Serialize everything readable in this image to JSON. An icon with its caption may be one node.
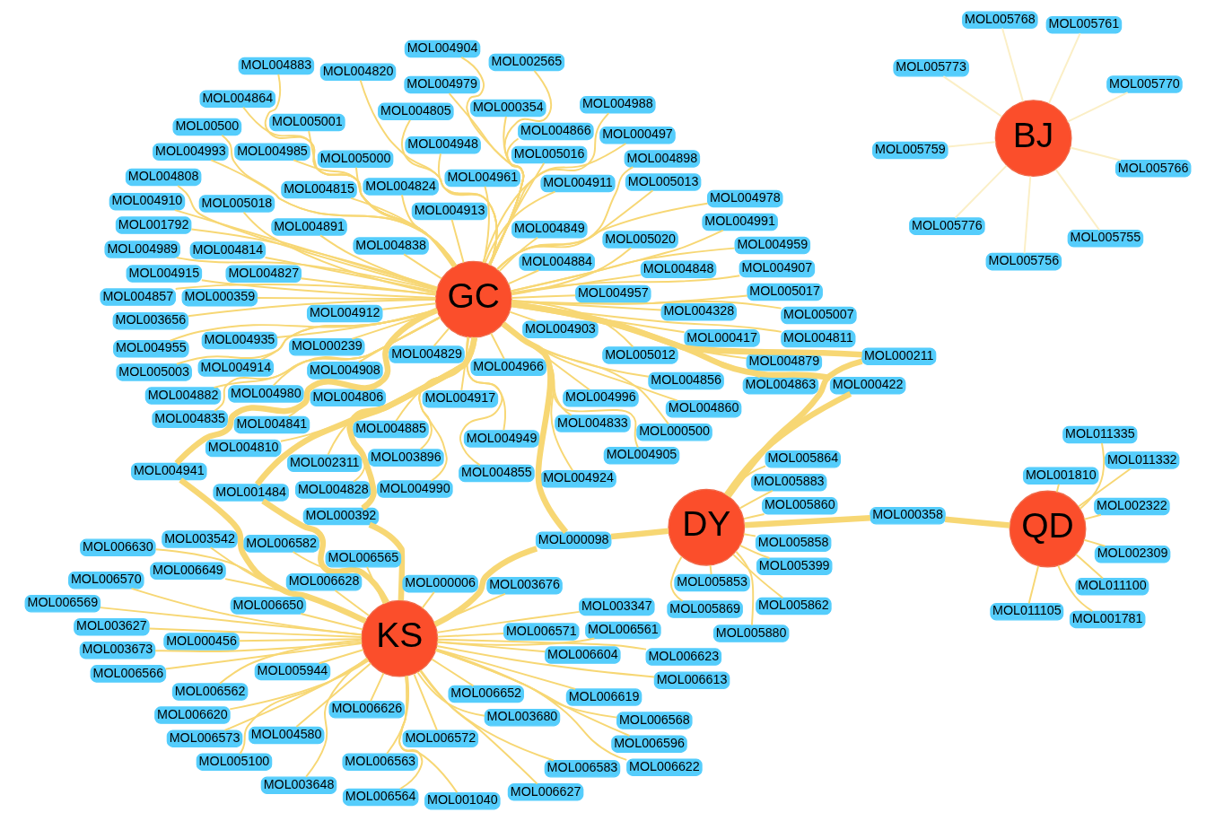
{
  "diagram": {
    "nodes": [
      {
        "text": [
          "GC"
        ]
      },
      {
        "text": [
          "DY"
        ]
      },
      {
        "text": [
          "QD"
        ]
      },
      {
        "text": [
          "KS"
        ]
      },
      {
        "text": [
          "BJ"
        ]
      },
      {
        "text": [
          "MOL005012"
        ]
      },
      {
        "text": [
          "MOL004912"
        ]
      },
      {
        "text": [
          "MOL004835"
        ]
      },
      {
        "text": [
          "MOL004860"
        ]
      },
      {
        "text": [
          "MOL003896"
        ]
      },
      {
        "text": [
          "MOL004905"
        ]
      },
      {
        "text": [
          "MOL004949"
        ]
      },
      {
        "text": [
          "MOL004857"
        ]
      },
      {
        "text": [
          "MOL004811"
        ]
      },
      {
        "text": [
          "MOL004848"
        ]
      },
      {
        "text": [
          "MOL004979"
        ]
      },
      {
        "text": [
          "MOL004833"
        ]
      },
      {
        "text": [
          "MOL000500"
        ]
      },
      {
        "text": [
          "MOL004808"
        ]
      },
      {
        "text": [
          "MOL001792"
        ]
      },
      {
        "text": [
          "MOL004891"
        ]
      },
      {
        "text": [
          "MOL004829"
        ]
      },
      {
        "text": [
          "MOL004908"
        ]
      },
      {
        "text": [
          "MOL005016"
        ]
      },
      {
        "text": [
          "MOL000497"
        ]
      },
      {
        "text": [
          "MOL004883"
        ]
      },
      {
        "text": [
          "MOL004855"
        ]
      },
      {
        "text": [
          "MOL005013"
        ]
      },
      {
        "text": [
          "MOL004838"
        ]
      },
      {
        "text": [
          "MOL004885"
        ]
      },
      {
        "text": [
          "MOL004863"
        ]
      },
      {
        "text": [
          "MOL004961"
        ]
      },
      {
        "text": [
          "MOL004903"
        ]
      },
      {
        "text": [
          "MOL004841"
        ]
      },
      {
        "text": [
          "MOL005018"
        ]
      },
      {
        "text": [
          "MOL004911"
        ]
      },
      {
        "text": [
          "MOL004966"
        ]
      },
      {
        "text": [
          "MOL004913"
        ]
      },
      {
        "text": [
          "MOL004988"
        ]
      },
      {
        "text": [
          "MOL004989"
        ]
      },
      {
        "text": [
          "MOL004915"
        ]
      },
      {
        "text": [
          "MOL004864"
        ]
      },
      {
        "text": [
          "MOL004993"
        ]
      },
      {
        "text": [
          "MOL004827"
        ]
      },
      {
        "text": [
          "MOL004991"
        ]
      },
      {
        "text": [
          "MOL000417"
        ]
      },
      {
        "text": [
          "MOL004935"
        ]
      },
      {
        "text": [
          "MOL004879"
        ]
      },
      {
        "text": [
          "MOL004856"
        ]
      },
      {
        "text": [
          "MOL004907"
        ]
      },
      {
        "text": [
          "MOL005007"
        ]
      },
      {
        "text": [
          "MOL003656"
        ]
      },
      {
        "text": [
          "MOL004959"
        ]
      },
      {
        "text": [
          "MOL002565"
        ]
      },
      {
        "text": [
          "MOL004904"
        ]
      },
      {
        "text": [
          "MOL000354"
        ]
      },
      {
        "text": [
          "MOL004990"
        ]
      },
      {
        "text": [
          "MOL004980"
        ]
      },
      {
        "text": [
          "MOL00500"
        ]
      },
      {
        "text": [
          "MOL005020"
        ]
      },
      {
        "text": [
          "MOL004910"
        ]
      },
      {
        "text": [
          "MOL004815"
        ]
      },
      {
        "text": [
          "MOL004820"
        ]
      },
      {
        "text": [
          "MOL005003"
        ]
      },
      {
        "text": [
          "MOL004898"
        ]
      },
      {
        "text": [
          "MOL004328"
        ]
      },
      {
        "text": [
          "MOL000239"
        ]
      },
      {
        "text": [
          "MOL004884"
        ]
      },
      {
        "text": [
          "MOL004978"
        ]
      },
      {
        "text": [
          "MOL004924"
        ]
      },
      {
        "text": [
          "MOL000359"
        ]
      },
      {
        "text": [
          "MOL004828"
        ]
      },
      {
        "text": [
          "MOL004866"
        ]
      },
      {
        "text": [
          "MOL004824"
        ]
      },
      {
        "text": [
          "MOL004955"
        ]
      },
      {
        "text": [
          "MOL004806"
        ]
      },
      {
        "text": [
          "MOL004996"
        ]
      },
      {
        "text": [
          "MOL004849"
        ]
      },
      {
        "text": [
          "MOL004810"
        ]
      },
      {
        "text": [
          "MOL004914"
        ]
      },
      {
        "text": [
          "MOL005017"
        ]
      },
      {
        "text": [
          "MOL004814"
        ]
      },
      {
        "text": [
          "MOL004882"
        ]
      },
      {
        "text": [
          "MOL004957"
        ]
      },
      {
        "text": [
          "MOL004917"
        ]
      },
      {
        "text": [
          "MOL004805"
        ]
      },
      {
        "text": [
          "MOL005001"
        ]
      },
      {
        "text": [
          "MOL004948"
        ]
      },
      {
        "text": [
          "MOL004985"
        ]
      },
      {
        "text": [
          "MOL005000"
        ]
      },
      {
        "text": [
          "MOL002311"
        ]
      },
      {
        "text": [
          "MOL000211"
        ]
      },
      {
        "text": [
          "MOL000422"
        ]
      },
      {
        "text": [
          "MOL000098"
        ]
      },
      {
        "text": [
          "MOL004941"
        ]
      },
      {
        "text": [
          "MOL001484"
        ]
      },
      {
        "text": [
          "MOL000392"
        ]
      },
      {
        "text": [
          "MOL000358"
        ]
      },
      {
        "text": [
          "MOL005399"
        ]
      },
      {
        "text": [
          "MOL005858"
        ]
      },
      {
        "text": [
          "MOL005862"
        ]
      },
      {
        "text": [
          "MOL005883"
        ]
      },
      {
        "text": [
          "MOL005864"
        ]
      },
      {
        "text": [
          "MOL005869"
        ]
      },
      {
        "text": [
          "MOL005880"
        ]
      },
      {
        "text": [
          "MOL005853"
        ]
      },
      {
        "text": [
          "MOL005860"
        ]
      },
      {
        "text": [
          "MOL001781"
        ]
      },
      {
        "text": [
          "MOL011100"
        ]
      },
      {
        "text": [
          "MOL002322"
        ]
      },
      {
        "text": [
          "MOL011332"
        ]
      },
      {
        "text": [
          "MOL011105"
        ]
      },
      {
        "text": [
          "MOL002309"
        ]
      },
      {
        "text": [
          "MOL011335"
        ]
      },
      {
        "text": [
          "MOL001810"
        ]
      },
      {
        "text": [
          "MOL003627"
        ]
      },
      {
        "text": [
          "MOL006630"
        ]
      },
      {
        "text": [
          "MOL006649"
        ]
      },
      {
        "text": [
          "MOL006626"
        ]
      },
      {
        "text": [
          "MOL006627"
        ]
      },
      {
        "text": [
          "MOL006571"
        ]
      },
      {
        "text": [
          "MOL005944"
        ]
      },
      {
        "text": [
          "MOL005100"
        ]
      },
      {
        "text": [
          "MOL006622"
        ]
      },
      {
        "text": [
          "MOL006568"
        ]
      },
      {
        "text": [
          "MOL006619"
        ]
      },
      {
        "text": [
          "MOL006562"
        ]
      },
      {
        "text": [
          "MOL006652"
        ]
      },
      {
        "text": [
          "MOL006563"
        ]
      },
      {
        "text": [
          "MOL006561"
        ]
      },
      {
        "text": [
          "MOL006650"
        ]
      },
      {
        "text": [
          "MOL000006"
        ]
      },
      {
        "text": [
          "MOL003347"
        ]
      },
      {
        "text": [
          "MOL001040"
        ]
      },
      {
        "text": [
          "MOL006623"
        ]
      },
      {
        "text": [
          "MOL006565"
        ]
      },
      {
        "text": [
          "MOL000456"
        ]
      },
      {
        "text": [
          "MOL006583"
        ]
      },
      {
        "text": [
          "MOL006596"
        ]
      },
      {
        "text": [
          "MOL006569"
        ]
      },
      {
        "text": [
          "MOL003680"
        ]
      },
      {
        "text": [
          "MOL003676"
        ]
      },
      {
        "text": [
          "MOL003648"
        ]
      },
      {
        "text": [
          "MOL006628"
        ]
      },
      {
        "text": [
          "MOL006620"
        ]
      },
      {
        "text": [
          "MOL006566"
        ]
      },
      {
        "text": [
          "MOL006570"
        ]
      },
      {
        "text": [
          "MOL003542"
        ]
      },
      {
        "text": [
          "MOL003673"
        ]
      },
      {
        "text": [
          "MOL006582"
        ]
      },
      {
        "text": [
          "MOL006604"
        ]
      },
      {
        "text": [
          "MOL006613"
        ]
      },
      {
        "text": [
          "MOL006564"
        ]
      },
      {
        "text": [
          "MOL004580"
        ]
      },
      {
        "text": [
          "MOL006573"
        ]
      },
      {
        "text": [
          "MOL006572"
        ]
      },
      {
        "text": [
          "MOL005770"
        ]
      },
      {
        "text": [
          "MOL005756"
        ]
      },
      {
        "text": [
          "MOL005773"
        ]
      },
      {
        "text": [
          "MOL005761"
        ]
      },
      {
        "text": [
          "MOL005768"
        ]
      },
      {
        "text": [
          "MOL005759"
        ]
      },
      {
        "text": [
          "MOL005766"
        ]
      },
      {
        "text": [
          "MOL005776"
        ]
      },
      {
        "text": [
          "MOL005755"
        ]
      }
    ],
    "edges": [
      {
        "from": 0,
        "to": 5,
        "arrow": "none"
      },
      {
        "from": 0,
        "to": 6,
        "arrow": "none"
      },
      {
        "from": 0,
        "to": 7,
        "arrow": "none"
      },
      {
        "from": 0,
        "to": 8,
        "arrow": "none"
      },
      {
        "from": 0,
        "to": 9,
        "arrow": "none"
      },
      {
        "from": 0,
        "to": 10,
        "arrow": "none"
      },
      {
        "from": 0,
        "to": 11,
        "arrow": "none"
      },
      {
        "from": 0,
        "to": 12,
        "arrow": "none"
      },
      {
        "from": 0,
        "to": 13,
        "arrow": "none"
      },
      {
        "from": 0,
        "to": 14,
        "arrow": "none"
      },
      {
        "from": 0,
        "to": 15,
        "arrow": "none"
      },
      {
        "from": 0,
        "to": 16,
        "arrow": "none"
      },
      {
        "from": 0,
        "to": 17,
        "arrow": "none"
      },
      {
        "from": 0,
        "to": 18,
        "arrow": "none"
      },
      {
        "from": 0,
        "to": 19,
        "arrow": "none"
      },
      {
        "from": 0,
        "to": 20,
        "arrow": "none"
      },
      {
        "from": 0,
        "to": 21,
        "arrow": "none"
      },
      {
        "from": 0,
        "to": 22,
        "arrow": "none"
      },
      {
        "from": 0,
        "to": 23,
        "arrow": "none"
      },
      {
        "from": 0,
        "to": 24,
        "arrow": "none"
      },
      {
        "from": 0,
        "to": 25,
        "arrow": "none"
      },
      {
        "from": 0,
        "to": 26,
        "arrow": "none"
      },
      {
        "from": 0,
        "to": 27,
        "arrow": "none"
      },
      {
        "from": 0,
        "to": 28,
        "arrow": "none"
      },
      {
        "from": 0,
        "to": 29,
        "arrow": "none"
      },
      {
        "from": 0,
        "to": 30,
        "arrow": "none"
      },
      {
        "from": 0,
        "to": 31,
        "arrow": "none"
      },
      {
        "from": 0,
        "to": 32,
        "arrow": "none"
      },
      {
        "from": 0,
        "to": 33,
        "arrow": "none"
      },
      {
        "from": 0,
        "to": 34,
        "arrow": "none"
      },
      {
        "from": 0,
        "to": 35,
        "arrow": "none"
      },
      {
        "from": 0,
        "to": 36,
        "arrow": "none"
      },
      {
        "from": 0,
        "to": 37,
        "arrow": "none"
      },
      {
        "from": 0,
        "to": 38,
        "arrow": "none"
      },
      {
        "from": 0,
        "to": 39,
        "arrow": "none"
      },
      {
        "from": 0,
        "to": 40,
        "arrow": "none"
      },
      {
        "from": 0,
        "to": 41,
        "arrow": "none"
      },
      {
        "from": 0,
        "to": 42,
        "arrow": "none"
      },
      {
        "from": 0,
        "to": 43,
        "arrow": "none"
      },
      {
        "from": 0,
        "to": 44,
        "arrow": "none"
      },
      {
        "from": 0,
        "to": 45,
        "arrow": "none"
      },
      {
        "from": 0,
        "to": 46,
        "arrow": "none"
      },
      {
        "from": 0,
        "to": 47,
        "arrow": "none"
      },
      {
        "from": 0,
        "to": 48,
        "arrow": "none"
      },
      {
        "from": 0,
        "to": 49,
        "arrow": "none"
      },
      {
        "from": 0,
        "to": 50,
        "arrow": "none"
      },
      {
        "from": 0,
        "to": 51,
        "arrow": "none"
      },
      {
        "from": 0,
        "to": 52,
        "arrow": "none"
      },
      {
        "from": 0,
        "to": 53,
        "arrow": "none"
      },
      {
        "from": 0,
        "to": 54,
        "arrow": "none"
      },
      {
        "from": 0,
        "to": 55,
        "arrow": "none"
      },
      {
        "from": 0,
        "to": 56,
        "arrow": "none"
      },
      {
        "from": 0,
        "to": 57,
        "arrow": "none"
      },
      {
        "from": 0,
        "to": 58,
        "arrow": "none"
      },
      {
        "from": 0,
        "to": 59,
        "arrow": "none"
      },
      {
        "from": 0,
        "to": 60,
        "arrow": "none"
      },
      {
        "from": 0,
        "to": 61,
        "arrow": "none"
      },
      {
        "from": 0,
        "to": 62,
        "arrow": "none"
      },
      {
        "from": 0,
        "to": 63,
        "arrow": "none"
      },
      {
        "from": 0,
        "to": 64,
        "arrow": "none"
      },
      {
        "from": 0,
        "to": 65,
        "arrow": "none"
      },
      {
        "from": 0,
        "to": 66,
        "arrow": "none"
      },
      {
        "from": 0,
        "to": 67,
        "arrow": "none"
      },
      {
        "from": 0,
        "to": 68,
        "arrow": "none"
      },
      {
        "from": 0,
        "to": 69,
        "arrow": "none"
      },
      {
        "from": 0,
        "to": 70,
        "arrow": "none"
      },
      {
        "from": 0,
        "to": 71,
        "arrow": "none"
      },
      {
        "from": 0,
        "to": 72,
        "arrow": "none"
      },
      {
        "from": 0,
        "to": 73,
        "arrow": "none"
      },
      {
        "from": 0,
        "to": 74,
        "arrow": "none"
      },
      {
        "from": 0,
        "to": 75,
        "arrow": "none"
      },
      {
        "from": 0,
        "to": 76,
        "arrow": "none"
      },
      {
        "from": 0,
        "to": 77,
        "arrow": "none"
      },
      {
        "from": 0,
        "to": 78,
        "arrow": "none"
      },
      {
        "from": 0,
        "to": 79,
        "arrow": "none"
      },
      {
        "from": 0,
        "to": 80,
        "arrow": "none"
      },
      {
        "from": 0,
        "to": 81,
        "arrow": "none"
      },
      {
        "from": 0,
        "to": 82,
        "arrow": "none"
      },
      {
        "from": 0,
        "to": 83,
        "arrow": "none"
      },
      {
        "from": 0,
        "to": 84,
        "arrow": "none"
      },
      {
        "from": 0,
        "to": 85,
        "arrow": "none"
      },
      {
        "from": 0,
        "to": 86,
        "arrow": "none"
      },
      {
        "from": 0,
        "to": 87,
        "arrow": "none"
      },
      {
        "from": 0,
        "to": 88,
        "arrow": "none"
      },
      {
        "from": 0,
        "to": 89,
        "arrow": "none"
      },
      {
        "from": 0,
        "to": 90,
        "arrow": "none"
      },
      {
        "from": 0,
        "to": 91,
        "arrow": "none",
        "style": "thick"
      },
      {
        "from": 0,
        "to": 92,
        "arrow": "none",
        "style": "thick"
      },
      {
        "from": 0,
        "to": 93,
        "arrow": "none",
        "style": "thick"
      },
      {
        "from": 0,
        "to": 94,
        "arrow": "none",
        "style": "thick"
      },
      {
        "from": 0,
        "to": 95,
        "arrow": "none",
        "style": "thick"
      },
      {
        "from": 0,
        "to": 96,
        "arrow": "none",
        "style": "thick"
      },
      {
        "from": 1,
        "to": 91,
        "arrow": "none",
        "style": "thick"
      },
      {
        "from": 1,
        "to": 92,
        "arrow": "none",
        "style": "thick"
      },
      {
        "from": 1,
        "to": 93,
        "arrow": "none",
        "style": "thick"
      },
      {
        "from": 1,
        "to": 97,
        "arrow": "none",
        "style": "thick"
      },
      {
        "from": 1,
        "to": 98,
        "arrow": "none"
      },
      {
        "from": 1,
        "to": 99,
        "arrow": "none"
      },
      {
        "from": 1,
        "to": 100,
        "arrow": "none"
      },
      {
        "from": 1,
        "to": 101,
        "arrow": "none"
      },
      {
        "from": 1,
        "to": 102,
        "arrow": "none"
      },
      {
        "from": 1,
        "to": 103,
        "arrow": "none"
      },
      {
        "from": 1,
        "to": 104,
        "arrow": "none"
      },
      {
        "from": 1,
        "to": 105,
        "arrow": "none"
      },
      {
        "from": 1,
        "to": 106,
        "arrow": "none"
      },
      {
        "from": 2,
        "to": 97,
        "arrow": "none",
        "style": "thick"
      },
      {
        "from": 2,
        "to": 107,
        "arrow": "none"
      },
      {
        "from": 2,
        "to": 108,
        "arrow": "none"
      },
      {
        "from": 2,
        "to": 109,
        "arrow": "none"
      },
      {
        "from": 2,
        "to": 110,
        "arrow": "none"
      },
      {
        "from": 2,
        "to": 111,
        "arrow": "none"
      },
      {
        "from": 2,
        "to": 112,
        "arrow": "none"
      },
      {
        "from": 2,
        "to": 113,
        "arrow": "none"
      },
      {
        "from": 2,
        "to": 114,
        "arrow": "none"
      },
      {
        "from": 3,
        "to": 93,
        "arrow": "none",
        "style": "thick"
      },
      {
        "from": 3,
        "to": 94,
        "arrow": "none",
        "style": "thick"
      },
      {
        "from": 3,
        "to": 95,
        "arrow": "none",
        "style": "thick"
      },
      {
        "from": 3,
        "to": 96,
        "arrow": "none",
        "style": "thick"
      },
      {
        "from": 3,
        "to": 115,
        "arrow": "none"
      },
      {
        "from": 3,
        "to": 116,
        "arrow": "none"
      },
      {
        "from": 3,
        "to": 117,
        "arrow": "none"
      },
      {
        "from": 3,
        "to": 118,
        "arrow": "none"
      },
      {
        "from": 3,
        "to": 119,
        "arrow": "none"
      },
      {
        "from": 3,
        "to": 120,
        "arrow": "none"
      },
      {
        "from": 3,
        "to": 121,
        "arrow": "none"
      },
      {
        "from": 3,
        "to": 122,
        "arrow": "none"
      },
      {
        "from": 3,
        "to": 123,
        "arrow": "none"
      },
      {
        "from": 3,
        "to": 124,
        "arrow": "none"
      },
      {
        "from": 3,
        "to": 125,
        "arrow": "none"
      },
      {
        "from": 3,
        "to": 126,
        "arrow": "none"
      },
      {
        "from": 3,
        "to": 127,
        "arrow": "none"
      },
      {
        "from": 3,
        "to": 128,
        "arrow": "none"
      },
      {
        "from": 3,
        "to": 129,
        "arrow": "none"
      },
      {
        "from": 3,
        "to": 130,
        "arrow": "none"
      },
      {
        "from": 3,
        "to": 131,
        "arrow": "none"
      },
      {
        "from": 3,
        "to": 132,
        "arrow": "none"
      },
      {
        "from": 3,
        "to": 133,
        "arrow": "none"
      },
      {
        "from": 3,
        "to": 134,
        "arrow": "none"
      },
      {
        "from": 3,
        "to": 135,
        "arrow": "none"
      },
      {
        "from": 3,
        "to": 136,
        "arrow": "none"
      },
      {
        "from": 3,
        "to": 137,
        "arrow": "none"
      },
      {
        "from": 3,
        "to": 138,
        "arrow": "none"
      },
      {
        "from": 3,
        "to": 139,
        "arrow": "none"
      },
      {
        "from": 3,
        "to": 140,
        "arrow": "none"
      },
      {
        "from": 3,
        "to": 141,
        "arrow": "none"
      },
      {
        "from": 3,
        "to": 142,
        "arrow": "none"
      },
      {
        "from": 3,
        "to": 143,
        "arrow": "none"
      },
      {
        "from": 3,
        "to": 144,
        "arrow": "none"
      },
      {
        "from": 3,
        "to": 145,
        "arrow": "none"
      },
      {
        "from": 3,
        "to": 146,
        "arrow": "none"
      },
      {
        "from": 3,
        "to": 147,
        "arrow": "none"
      },
      {
        "from": 3,
        "to": 148,
        "arrow": "none"
      },
      {
        "from": 3,
        "to": 149,
        "arrow": "none"
      },
      {
        "from": 3,
        "to": 150,
        "arrow": "none"
      },
      {
        "from": 3,
        "to": 151,
        "arrow": "none"
      },
      {
        "from": 3,
        "to": 152,
        "arrow": "none"
      },
      {
        "from": 3,
        "to": 153,
        "arrow": "none"
      },
      {
        "from": 3,
        "to": 154,
        "arrow": "none"
      },
      {
        "from": 3,
        "to": 155,
        "arrow": "none"
      },
      {
        "from": 4,
        "to": 156,
        "arrow": "none",
        "color": "#fbefc6"
      },
      {
        "from": 4,
        "to": 157,
        "arrow": "none",
        "color": "#fbefc6"
      },
      {
        "from": 4,
        "to": 158,
        "arrow": "none",
        "color": "#fbefc6"
      },
      {
        "from": 4,
        "to": 159,
        "arrow": "none",
        "color": "#fbefc6"
      },
      {
        "from": 4,
        "to": 160,
        "arrow": "none",
        "color": "#fbefc6"
      },
      {
        "from": 4,
        "to": 161,
        "arrow": "none",
        "color": "#fbefc6"
      },
      {
        "from": 4,
        "to": 162,
        "arrow": "none",
        "color": "#fbefc6"
      },
      {
        "from": 4,
        "to": 163,
        "arrow": "none",
        "color": "#fbefc6"
      },
      {
        "from": 4,
        "to": 164,
        "arrow": "none",
        "color": "#fbefc6"
      }
    ]
  }
}
